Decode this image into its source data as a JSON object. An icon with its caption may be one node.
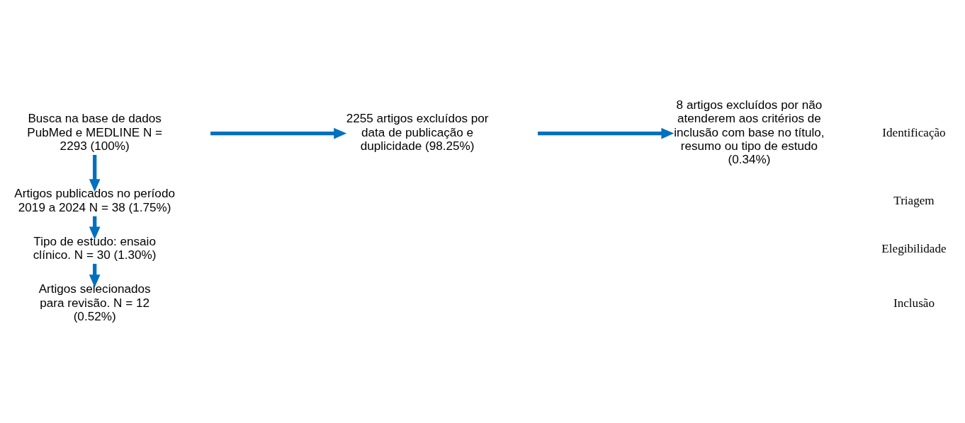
{
  "diagram": {
    "nodes": [
      {
        "text": [
          "Busca na base de dados PubMed e MEDLINE N = 2293 (100%)"
        ]
      },
      {
        "text": [
          "Artigos publicados no período 2019 a 2024 N = 38 (1.75%)"
        ]
      },
      {
        "text": [
          "Tipo de estudo: ensaio clínico. N = 30 (1.30%)"
        ]
      },
      {
        "text": [
          "Artigos selecionados para revisão. N = 12 (0.52%)"
        ]
      },
      {
        "text": [
          "2255 artigos excluídos por data de publicação e duplicidade (98.25%)"
        ]
      },
      {
        "text": [
          "8 artigos excluídos por não atenderem aos critérios de inclusão com base no título, resumo ou tipo de estudo (0.34%)"
        ]
      }
    ],
    "edges": [
      {
        "from": 0,
        "to": 1,
        "arrow": "to"
      },
      {
        "from": null,
        "to": 4,
        "arrow": "to"
      },
      {
        "from": 1,
        "to": 2,
        "arrow": "to"
      },
      {
        "from": 2,
        "to": 3,
        "arrow": "to"
      },
      {
        "from": null,
        "to": 5,
        "arrow": "to"
      }
    ],
    "labels": [
      "Identificação",
      "Triagem",
      "Elegibilidade",
      "Inclusão"
    ]
  }
}
